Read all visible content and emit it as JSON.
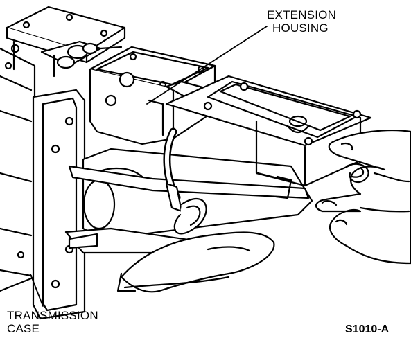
{
  "labels": {
    "extension_housing": [
      "EXTENSION",
      "HOUSING"
    ],
    "transmission_case": [
      "TRANSMISSION",
      "CASE"
    ]
  },
  "figure_id": "S1010-A",
  "colors": {
    "ink": "#000000",
    "paper": "#ffffff",
    "shade": "#d9d9d9"
  }
}
